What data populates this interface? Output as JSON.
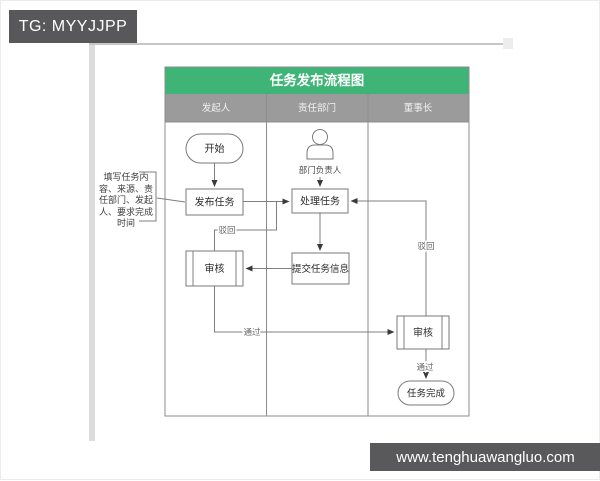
{
  "overlays": {
    "tg_badge": "TG: MYYJJPP",
    "website_bar": "www.tenghuawangluo.com"
  },
  "diagram": {
    "title": "任务发布流程图",
    "lanes": {
      "initiator": "发起人",
      "department": "责任部门",
      "chairman": "董事长"
    },
    "nodes": {
      "start": "开始",
      "publish_task": "发布任务",
      "initiator_review": "审核",
      "department_head": "部门负责人",
      "handle_task": "处理任务",
      "submit_task_info": "提交任务信息",
      "chairman_review": "审核",
      "task_complete": "任务完成"
    },
    "annotation": "填写任务内容、来源、责任部门、发起人、要求完成时间",
    "edge_labels": {
      "initiator_reject": "驳回",
      "initiator_pass": "通过",
      "chairman_reject": "驳回",
      "chairman_pass": "通过"
    },
    "colors": {
      "title_bg": "#3eb576",
      "lane_header_bg": "#9b9b9b",
      "watermark_bg": "#58585a",
      "line_color": "#7f7f7f"
    }
  }
}
